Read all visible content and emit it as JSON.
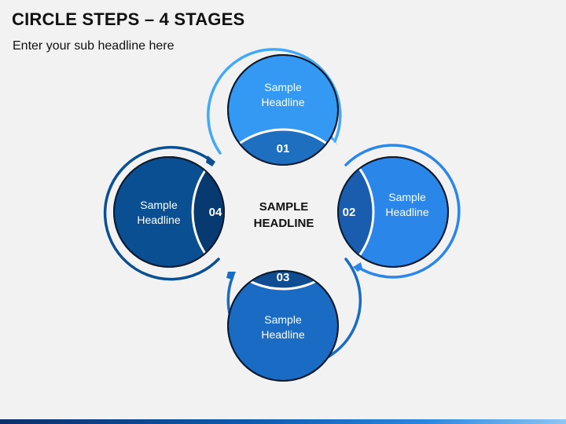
{
  "page": {
    "title": "CIRCLE STEPS – 4 STAGES",
    "subtitle": "Enter your sub headline here"
  },
  "center": {
    "line1": "SAMPLE",
    "line2": "HEADLINE"
  },
  "steps": [
    {
      "number": "01",
      "line1": "Sample",
      "line2": "Headline",
      "color": "#3399f3",
      "tab_color": "#1f6fc0",
      "ring_color": "#45a8f5"
    },
    {
      "number": "02",
      "line1": "Sample",
      "line2": "Headline",
      "color": "#2b86ea",
      "tab_color": "#1a5cae",
      "ring_color": "#2b86ea"
    },
    {
      "number": "03",
      "line1": "Sample",
      "line2": "Headline",
      "color": "#1a6bc4",
      "tab_color": "#104c91",
      "ring_color": "#1a6bc4"
    },
    {
      "number": "04",
      "line1": "Sample",
      "line2": "Headline",
      "color": "#0b4f93",
      "tab_color": "#063a70",
      "ring_color": "#0b4f93"
    }
  ]
}
